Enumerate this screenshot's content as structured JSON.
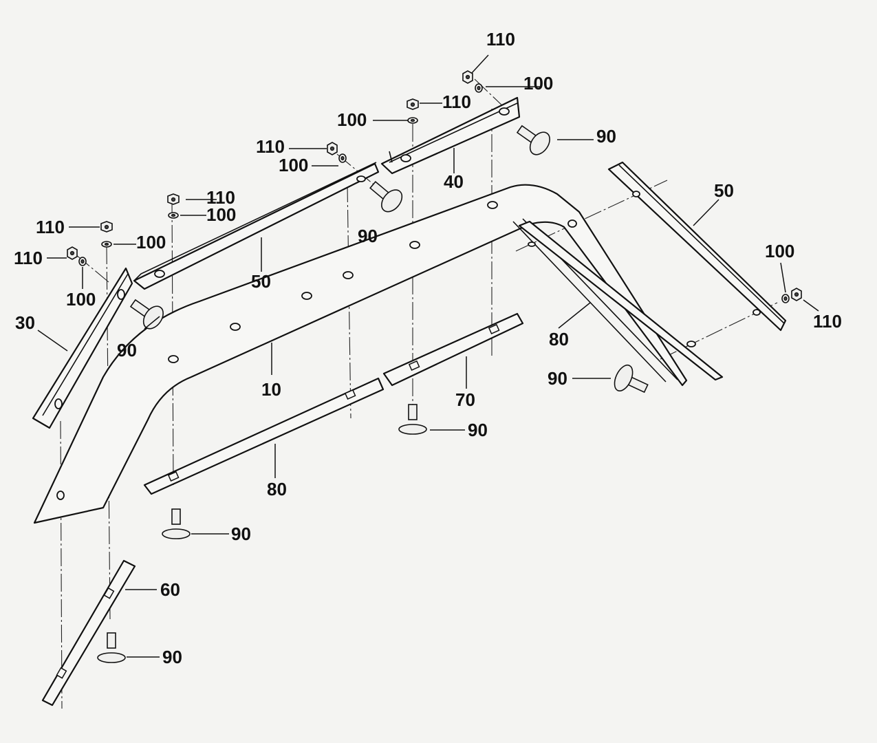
{
  "callouts": {
    "c110_top": "110",
    "c100_top": "100",
    "c90_top": "90",
    "c110_b": "110",
    "c100_b": "100",
    "c40": "40",
    "c110_c": "110",
    "c100_c": "100",
    "c90_c": "90",
    "c110_d": "110",
    "c100_d": "100",
    "c50_mid": "50",
    "c110_e": "110",
    "c100_e": "100",
    "c110_f": "110",
    "c100_f": "100",
    "c30": "30",
    "c90_d": "90",
    "c10": "10",
    "c50_right": "50",
    "c100_right": "100",
    "c110_right": "110",
    "c80_right": "80",
    "c90_right": "90",
    "c70": "70",
    "c90_e": "90",
    "c80_mid": "80",
    "c90_f": "90",
    "c60": "60",
    "c90_g": "90"
  }
}
